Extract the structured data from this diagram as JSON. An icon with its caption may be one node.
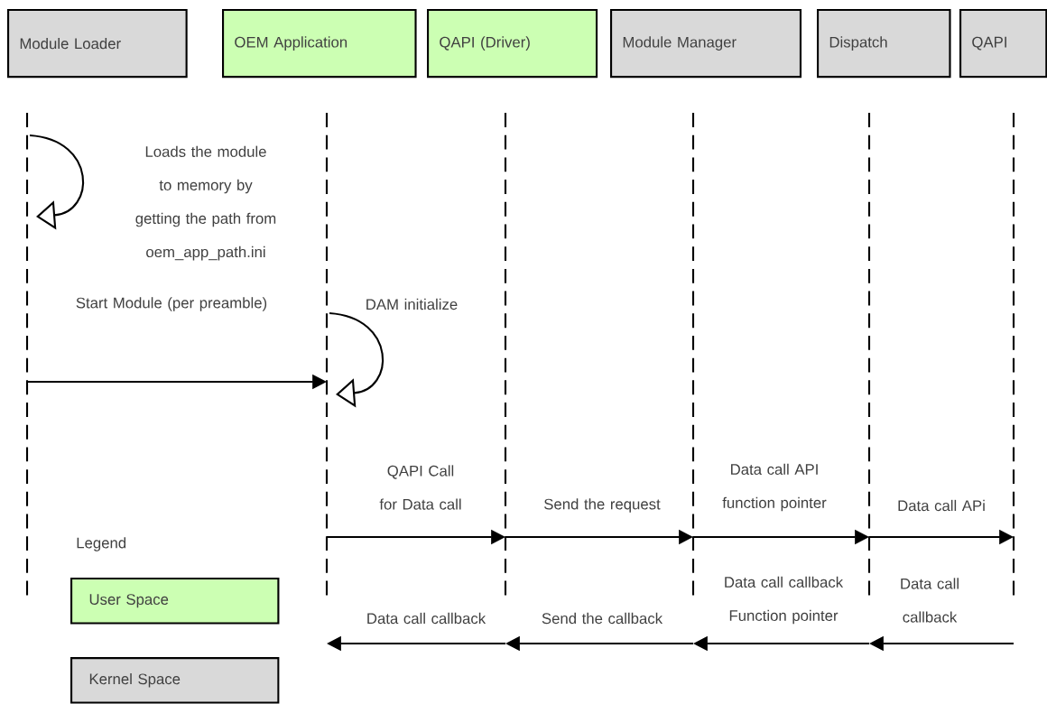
{
  "diagram": {
    "nodes": [
      {
        "text": [
          "Module Loader"
        ]
      },
      {
        "text": [
          "OEM Application"
        ]
      },
      {
        "text": [
          "QAPI (Driver)"
        ]
      },
      {
        "text": [
          "Module Manager"
        ]
      },
      {
        "text": [
          "Dispatch"
        ]
      },
      {
        "text": [
          "QAPI"
        ]
      }
    ],
    "edges": [
      {
        "from": 0,
        "to": 0,
        "arrow": "to",
        "label": "Loads the module to memory by getting the path from oem_app_path.ini"
      },
      {
        "from": 0,
        "to": 1,
        "arrow": "to",
        "label": "Start Module (per preamble)"
      },
      {
        "from": 1,
        "to": 1,
        "arrow": "to",
        "label": "DAM initialize"
      },
      {
        "from": 1,
        "to": 2,
        "arrow": "to",
        "label": "QAPI Call for Data call"
      },
      {
        "from": 2,
        "to": 3,
        "arrow": "to",
        "label": "Send the request"
      },
      {
        "from": 3,
        "to": 4,
        "arrow": "to",
        "label": "Data call API function pointer"
      },
      {
        "from": 4,
        "to": 5,
        "arrow": "to",
        "label": "Data call APi"
      },
      {
        "from": 5,
        "to": 4,
        "arrow": "to",
        "label": "Data call callback"
      },
      {
        "from": 4,
        "to": 3,
        "arrow": "to",
        "label": "Data call callback Function pointer"
      },
      {
        "from": 3,
        "to": 2,
        "arrow": "to",
        "label": "Send the callback"
      },
      {
        "from": 2,
        "to": 1,
        "arrow": "to",
        "label": "Data call callback"
      }
    ],
    "labels": [
      "Legend"
    ],
    "legend": [
      {
        "text": "User Space",
        "color": "#ccffb3"
      },
      {
        "text": "Kernel Space",
        "color": "#d9d9d9"
      }
    ]
  }
}
